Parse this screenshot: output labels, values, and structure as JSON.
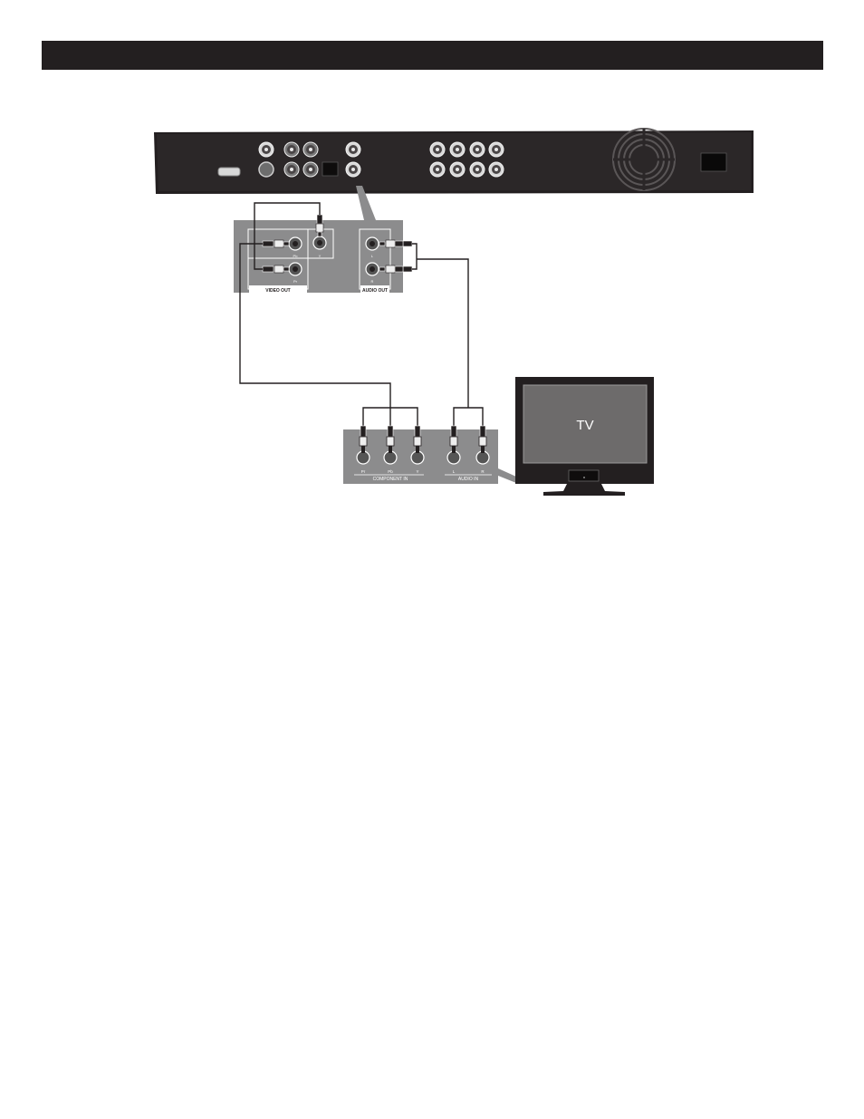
{
  "header": {
    "color": "#231f20"
  },
  "player_panel": {
    "video_out_label": "VIDEO OUT",
    "audio_out_label": "AUDIO OUT",
    "jack_labels": {
      "y": "Y",
      "pb": "Pb",
      "pr": "Pr",
      "l": "L",
      "r": "R"
    }
  },
  "tv_panel": {
    "component_in_label": "COMPONENT IN",
    "audio_in_label": "AUDIO IN",
    "jack_labels": {
      "pr": "Pr",
      "pb": "Pb",
      "y": "Y",
      "l": "L",
      "r": "R"
    }
  },
  "tv": {
    "screen_label": "TV"
  },
  "colors": {
    "device_body": "#231f20",
    "panel_gray": "#8c8c8d",
    "tv_screen": "#6b6b6b",
    "cable": "#231f20"
  }
}
